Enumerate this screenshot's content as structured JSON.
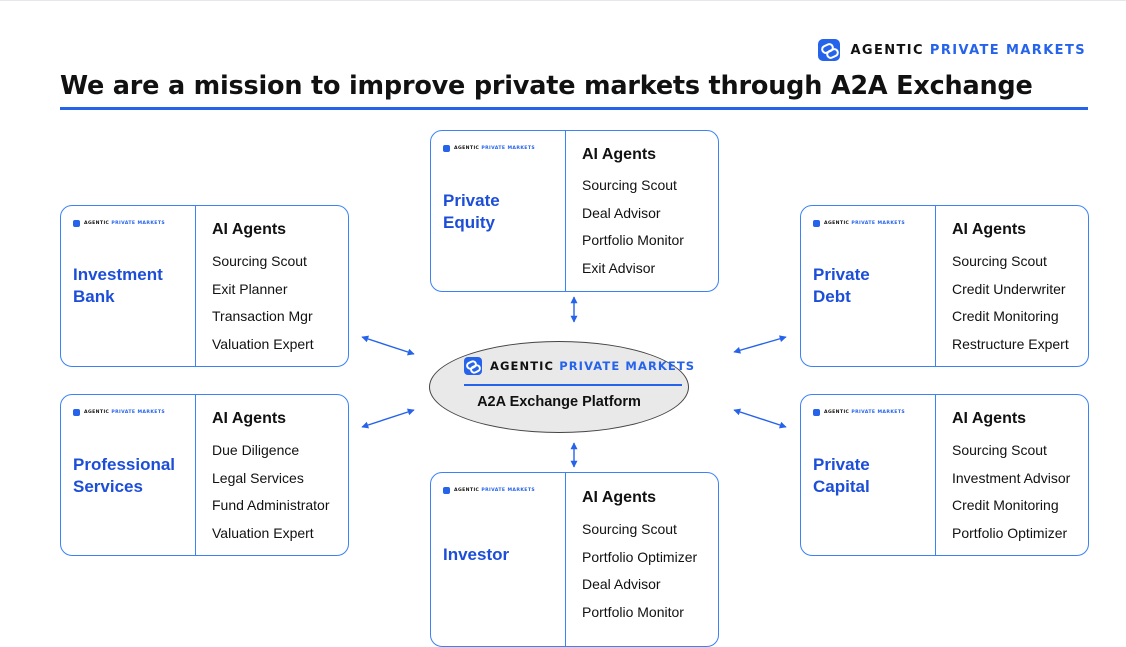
{
  "brand": {
    "name_dark": "AGENTIC",
    "name_blue": "PRIVATE MARKETS"
  },
  "slide_title": "We are a mission to improve private markets through A2A Exchange",
  "hub": {
    "brand_dark": "AGENTIC",
    "brand_blue": "PRIVATE MARKETS",
    "label": "A2A Exchange Platform"
  },
  "card_brand": {
    "dark": "AGENTIC",
    "blue": "PRIVATE MARKETS"
  },
  "agents_heading": "AI Agents",
  "cards": {
    "private_equity": {
      "name": "Private Equity",
      "agents": [
        "Sourcing Scout",
        "Deal Advisor",
        "Portfolio Monitor",
        "Exit Advisor"
      ]
    },
    "investment_bank": {
      "name": "Investment Bank",
      "agents": [
        "Sourcing Scout",
        "Exit Planner",
        "Transaction Mgr",
        "Valuation Expert"
      ]
    },
    "private_debt": {
      "name": "Private Debt",
      "agents": [
        "Sourcing Scout",
        "Credit Underwriter",
        "Credit Monitoring",
        "Restructure Expert"
      ]
    },
    "professional_services": {
      "name": "Professional Services",
      "agents": [
        "Due Diligence",
        "Legal Services",
        "Fund Administrator",
        "Valuation Expert"
      ]
    },
    "private_capital": {
      "name": "Private Capital",
      "agents": [
        "Sourcing Scout",
        "Investment Advisor",
        "Credit Monitoring",
        "Portfolio Optimizer"
      ]
    },
    "investor": {
      "name": "Investor",
      "agents": [
        "Sourcing Scout",
        "Portfolio Optimizer",
        "Deal Advisor",
        "Portfolio Monitor"
      ]
    }
  },
  "colors": {
    "accent": "#2563eb",
    "card_border": "#3b82f6",
    "card_name": "#1d4ed8",
    "hub_fill": "#e9e9e9"
  },
  "icons": {
    "brand_logo": "link-chain-icon",
    "connector": "double-headed-arrow"
  }
}
